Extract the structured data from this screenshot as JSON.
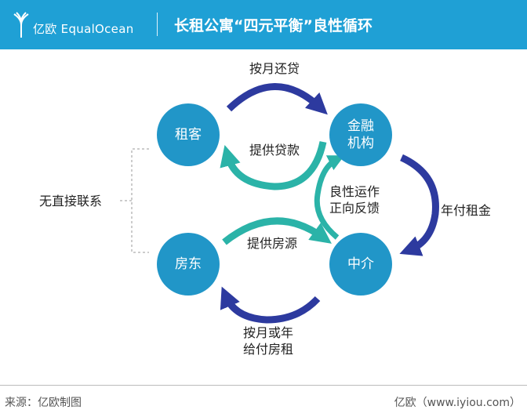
{
  "header": {
    "brand": "亿欧 EqualOcean",
    "title": "长租公寓“四元平衡”良性循环"
  },
  "nodes": {
    "tenant": "租客",
    "finance": [
      "金融",
      "机构"
    ],
    "landlord": "房东",
    "agent": "中介"
  },
  "flows": {
    "repay_monthly": "按月还贷",
    "provide_loan": "提供贷款",
    "annual_rent": "年付租金",
    "feedback": [
      "良性运作",
      "正向反馈"
    ],
    "provide_housing": "提供房源",
    "pay_rent": [
      "按月或年",
      "给付房租"
    ],
    "no_direct": "无直接联系"
  },
  "colors": {
    "header": "#1fa0d5",
    "node": "#2196c8",
    "navy": "#2d3a9f",
    "teal": "#2bb3a8"
  },
  "footer": {
    "source": "来源：亿欧制图",
    "site": "亿欧（www.iyiou.com）"
  }
}
